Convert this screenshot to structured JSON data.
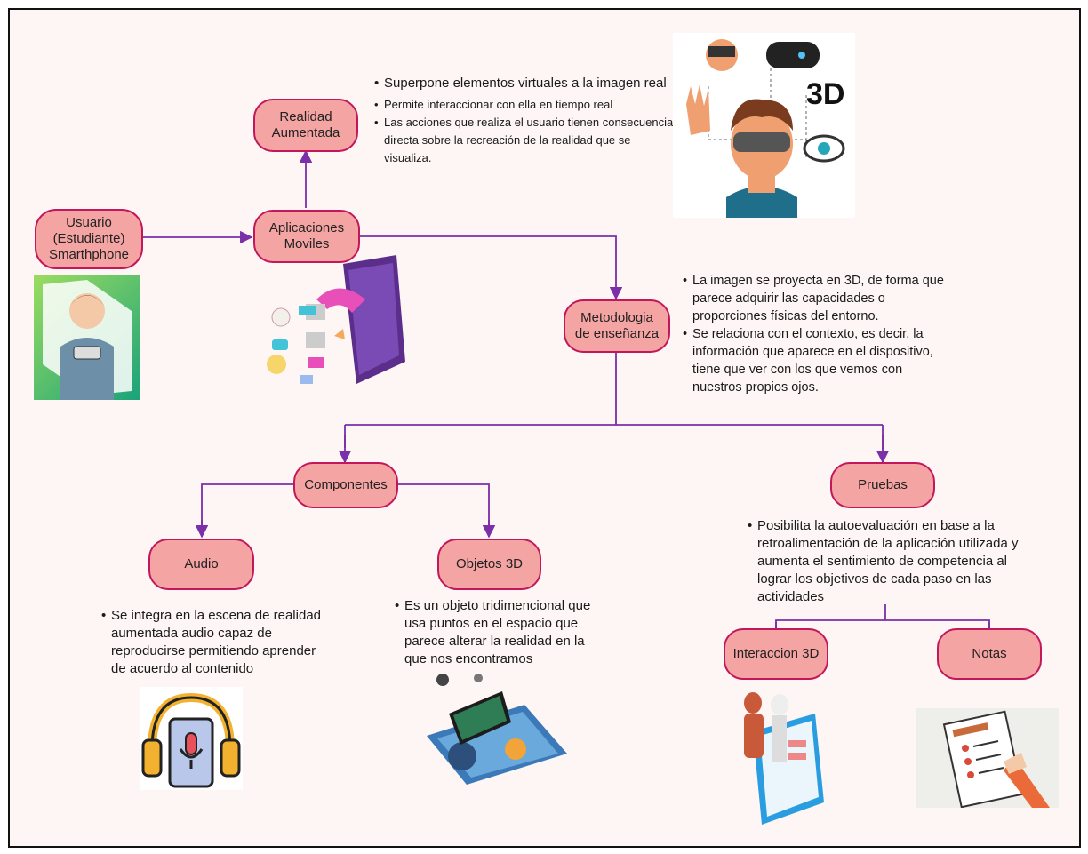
{
  "nodes": {
    "usuario": "Usuario\n(Estudiante)\nSmarthphone",
    "aplicaciones": "Aplicaciones\nMoviles",
    "realidad": "Realidad\nAumentada",
    "metodologia": "Metodologia\nde enseñanza",
    "componentes": "Componentes",
    "pruebas": "Pruebas",
    "audio": "Audio",
    "objetos3d": "Objetos 3D",
    "interaccion3d": "Interaccion 3D",
    "notas": "Notas"
  },
  "texts": {
    "realidad": [
      "Superpone  elementos virtuales a la imagen real",
      "Permite interaccionar con ella en tiempo real",
      "Las acciones que realiza el usuario tienen consecuencia directa sobre la recreación de la realidad que se visualiza."
    ],
    "metodologia": [
      "La imagen se proyecta en 3D, de forma que parece adquirir las capacidades o proporciones físicas del entorno.",
      "Se relaciona con el contexto, es decir, la información que aparece en el dispositivo, tiene que ver con los que vemos con nuestros propios ojos."
    ],
    "pruebas": [
      "Posibilita la autoevaluación en base a la retroalimentación de la aplicación utilizada y aumenta el sentimiento de competencia al lograr los objetivos de cada paso en las actividades"
    ],
    "audio": [
      "Se integra en la escena de realidad aumentada audio capaz de reproducirse permitiendo aprender de acuerdo al contenido"
    ],
    "objetos3d": [
      "Es un objeto tridimencional que usa puntos en el espacio que parece alterar la realidad en la que nos encontramos"
    ]
  },
  "images": {
    "vr_label": "3D"
  },
  "colors": {
    "node_fill": "#f4a4a2",
    "node_border": "#c2185b",
    "connector": "#7b2fa8"
  }
}
